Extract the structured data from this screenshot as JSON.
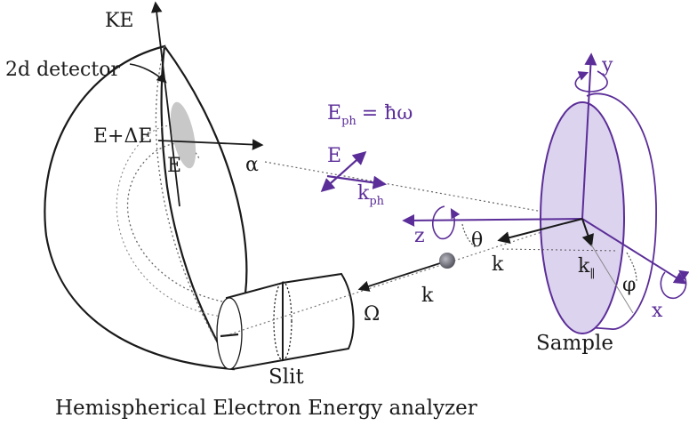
{
  "labels": {
    "ke": "KE",
    "detector": "2d detector",
    "e_plus_de": "E+ΔE",
    "e": "E",
    "alpha": "α",
    "photon_energy_main": "E",
    "photon_energy_sub": "ph",
    "photon_energy_eq": "= ħω",
    "e_field": "E",
    "k_ph_main": "k",
    "k_ph_sub": "ph",
    "z": "z",
    "theta": "θ",
    "k_vec": "k",
    "k_par_main": "k",
    "k_par_sub": "∥",
    "k_beam": "k",
    "omega": "Ω",
    "phi": "φ",
    "x": "x",
    "y": "y",
    "sample": "Sample",
    "slit": "Slit",
    "caption": "Hemispherical Electron Energy analyzer"
  },
  "colors": {
    "ink": "#1a1a1a",
    "purple": "#5b2d98",
    "sample_fill": "#dcd3ef",
    "detector_spot": "#c8c8c8",
    "electron": "#6f6f7a"
  }
}
